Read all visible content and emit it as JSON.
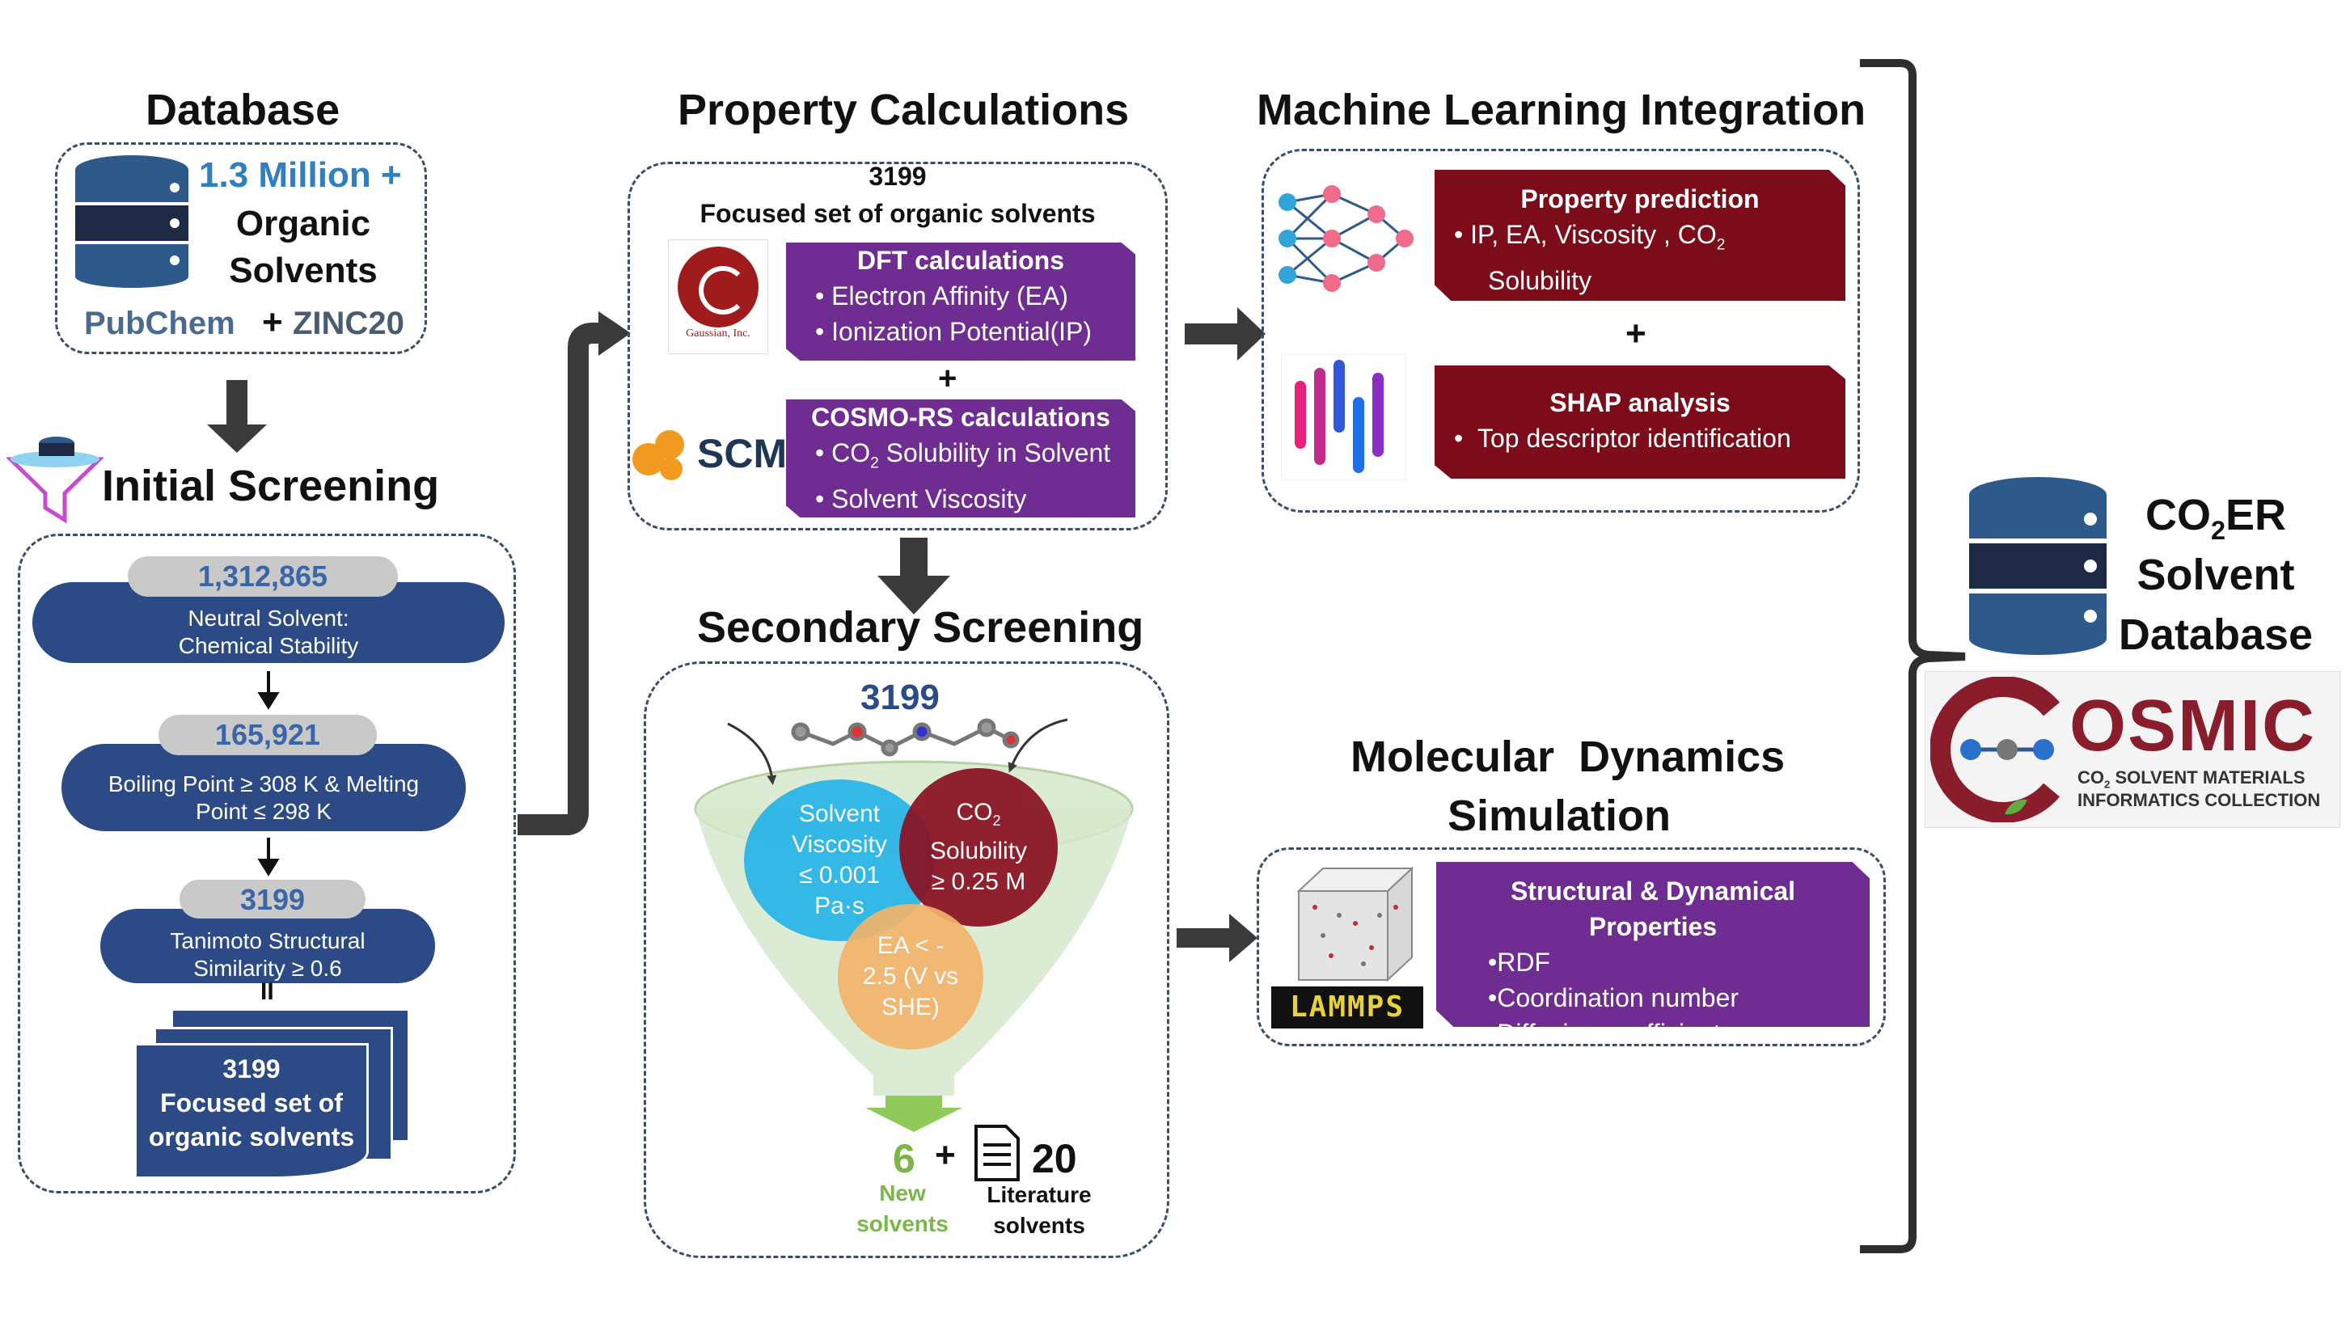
{
  "database": {
    "title": "Database",
    "count": "1.3 Million +",
    "line1": "Organic",
    "line2": "Solvents",
    "pubchem": "PubChem",
    "plus": "+",
    "zinc": "ZINC20"
  },
  "initial": {
    "title": "Initial Screening",
    "s1_count": "1,312,865",
    "s1_line1": "Neutral Solvent:",
    "s1_line2": "Chemical Stability",
    "s2_count": "165,921",
    "s2_line1": "Boiling Point ≥ 308 K & Melting",
    "s2_line2": "Point ≤ 298 K",
    "s3_count": "3199",
    "s3_line1": "Tanimoto Structural",
    "s3_line2": "Similarity ≥ 0.6",
    "equals": "II",
    "doc_count": "3199",
    "doc_line1": "Focused set of",
    "doc_line2": "organic solvents"
  },
  "property": {
    "title": "Property Calculations",
    "count": "3199",
    "subtitle": "Focused set of organic solvents",
    "gaussian_label": "Gaussian, Inc.",
    "dft_title": "DFT calculations",
    "dft_items": [
      "Electron Affinity (EA)",
      "Ionization Potential(IP)"
    ],
    "plus": "+",
    "scm_label": "SCM",
    "cosmo_title": "COSMO-RS calculations",
    "cosmo_item1_pre": "CO",
    "cosmo_item1_sub": "2",
    "cosmo_item1_post": " Solubility in Solvent",
    "cosmo_item2": "Solvent Viscosity"
  },
  "secondary": {
    "title": "Secondary Screening",
    "count": "3199",
    "c1_line1": "Solvent",
    "c1_line2": "Viscosity",
    "c1_line3": "≤ 0.001",
    "c1_line4": "Pa·s",
    "c2_pre": "CO",
    "c2_sub": "2",
    "c2_line2": "Solubility",
    "c2_line3": "≥ 0.25 M",
    "c3_line1": "EA < -",
    "c3_line2": "2.5 (V vs",
    "c3_line3": "SHE)",
    "new_count": "6",
    "new_line1": "New",
    "new_line2": "solvents",
    "plus": "+",
    "lit_count": "20",
    "lit_line1": "Literature",
    "lit_line2": "solvents"
  },
  "ml": {
    "title": "Machine Learning Integration",
    "prop_title": "Property prediction",
    "prop_item_pre": "IP, EA, Viscosity , CO",
    "prop_item_sub": "2",
    "prop_item_line2": "Solubility",
    "plus": "+",
    "shap_title": "SHAP analysis",
    "shap_item": "Top descriptor identification"
  },
  "md": {
    "title_line1": "Molecular  Dynamics",
    "title_line2": "Simulation",
    "lammps": "LAMMPS",
    "box_title": "Structural & Dynamical Properties",
    "items": [
      "RDF",
      "Coordination number",
      "Diffusion coefficient"
    ]
  },
  "output": {
    "co2er_pre": "CO",
    "co2er_sub": "2",
    "co2er_post": "ER",
    "line2": "Solvent",
    "line3": "Database",
    "osmic": "OSMIC",
    "osmic_sub1_pre": "CO",
    "osmic_sub1_sub": "2",
    "osmic_sub1_post": " SOLVENT MATERIALS",
    "osmic_sub2": "INFORMATICS COLLECTION"
  },
  "colors": {
    "navy": "#2b4a86",
    "purple": "#6f2d91",
    "maroon": "#7c0c1a",
    "highlight_blue": "#2f7fc1",
    "green": "#7ab648"
  }
}
